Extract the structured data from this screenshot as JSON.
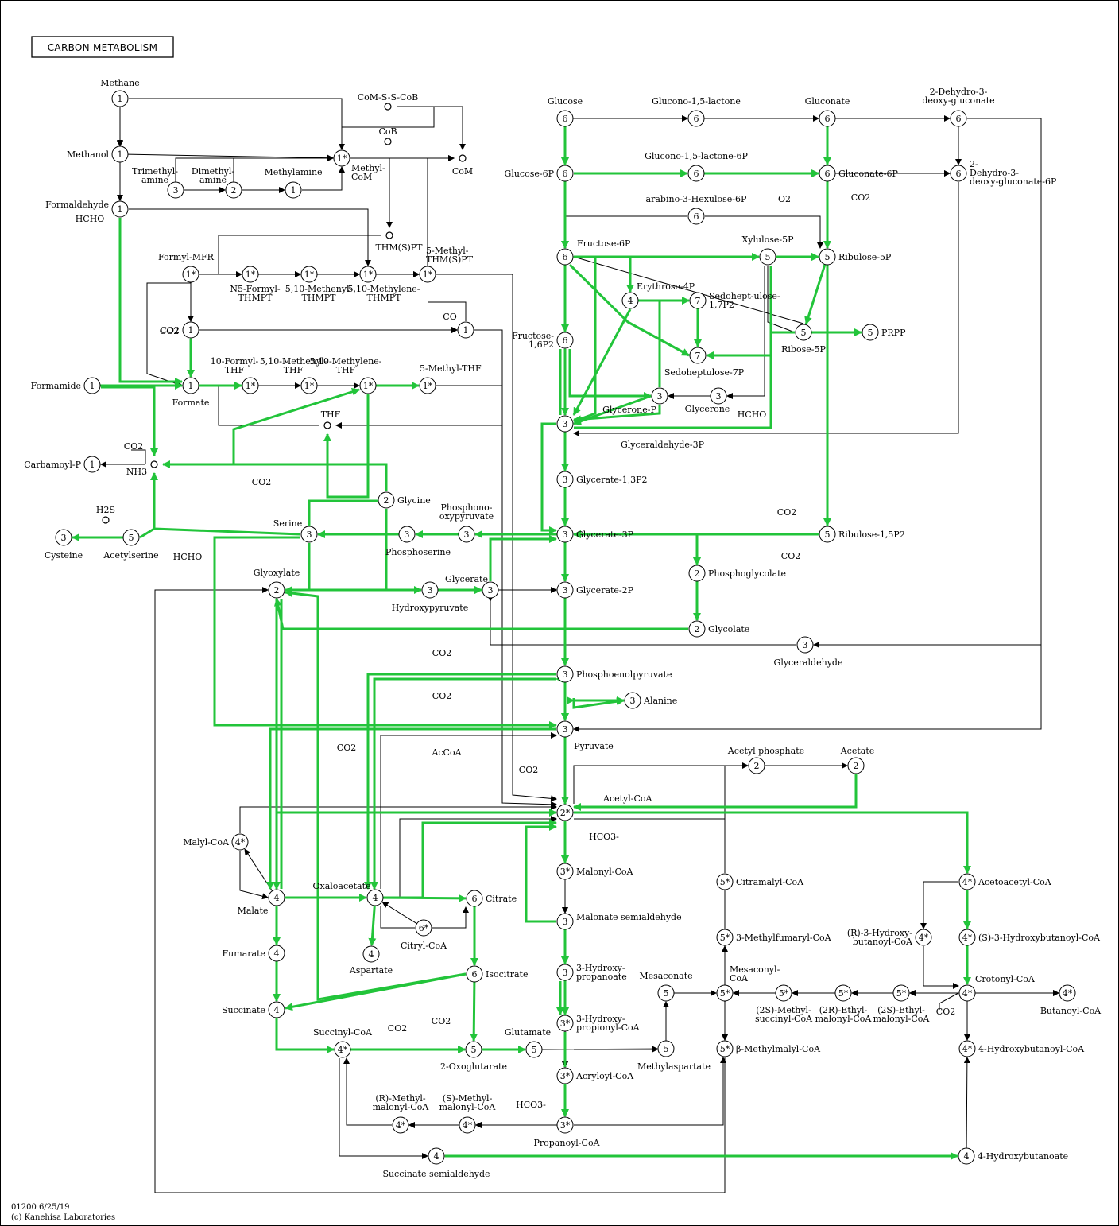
{
  "title": "CARBON METABOLISM",
  "footer": {
    "map_id": "01200 6/25/19",
    "copyright": "(c) Kanehisa Laboratories"
  },
  "colors": {
    "highlight": "#22c43a",
    "line": "#000000"
  },
  "nodes": [
    {
      "id": "methane",
      "n": "1",
      "label": "Methane"
    },
    {
      "id": "methanol",
      "n": "1",
      "label": "Methanol"
    },
    {
      "id": "formaldehyde",
      "n": "1",
      "label": "Formaldehyde"
    },
    {
      "id": "trimethylamine",
      "n": "3",
      "label": "Trimethyl-amine"
    },
    {
      "id": "dimethylamine",
      "n": "2",
      "label": "Dimethyl-amine"
    },
    {
      "id": "methylamine",
      "n": "1",
      "label": "Methylamine"
    },
    {
      "id": "methylcom",
      "n": "1*",
      "label": "Methyl-CoM"
    },
    {
      "id": "formylmfr",
      "n": "1*",
      "label": "Formyl-MFR"
    },
    {
      "id": "n5formylthmpt",
      "n": "1*",
      "label": "N5-Formyl-THMPT"
    },
    {
      "id": "methenylthmpt",
      "n": "1*",
      "label": "5,10-Methenyl-THMPT"
    },
    {
      "id": "methylenethmpt",
      "n": "1*",
      "label": "5,10-Methylene-THMPT"
    },
    {
      "id": "methylthmpt",
      "n": "1*",
      "label": "5-Methyl-THM(S)PT"
    },
    {
      "id": "co2a",
      "n": "1",
      "label": "CO2"
    },
    {
      "id": "co",
      "n": "1",
      "label": "CO"
    },
    {
      "id": "formate",
      "n": "1",
      "label": "Formate"
    },
    {
      "id": "formamide",
      "n": "1",
      "label": "Formamide"
    },
    {
      "id": "formylthf",
      "n": "1*",
      "label": "10-Formyl-THF"
    },
    {
      "id": "methenylthf",
      "n": "1*",
      "label": "5,10-Methenyl-THF"
    },
    {
      "id": "methylenethf",
      "n": "1*",
      "label": "5,10-Methylene-THF"
    },
    {
      "id": "methylthf",
      "n": "1*",
      "label": "5-Methyl-THF"
    },
    {
      "id": "carbamoylp",
      "n": "1",
      "label": "Carbamoyl-P"
    },
    {
      "id": "cysteine",
      "n": "3",
      "label": "Cysteine"
    },
    {
      "id": "acetylserine",
      "n": "5",
      "label": "Acetylserine"
    },
    {
      "id": "serine",
      "n": "3",
      "label": "Serine"
    },
    {
      "id": "glycine",
      "n": "2",
      "label": "Glycine"
    },
    {
      "id": "phosphoserine",
      "n": "3",
      "label": "Phosphoserine"
    },
    {
      "id": "phosphohydroxypyruvate",
      "n": "3",
      "label": "Phosphono-oxypyruvate"
    },
    {
      "id": "glyoxylate",
      "n": "2",
      "label": "Glyoxylate"
    },
    {
      "id": "hydroxypyruvate",
      "n": "3",
      "label": "Hydroxypyruvate"
    },
    {
      "id": "glycerate",
      "n": "3",
      "label": "Glycerate"
    },
    {
      "id": "glucose",
      "n": "6",
      "label": "Glucose"
    },
    {
      "id": "gluconolactone",
      "n": "6",
      "label": "Glucono-1,5-lactone"
    },
    {
      "id": "gluconate",
      "n": "6",
      "label": "Gluconate"
    },
    {
      "id": "kdg",
      "n": "6",
      "label": "2-Dehydro-3-deoxy-gluconate"
    },
    {
      "id": "glucose6p",
      "n": "6",
      "label": "Glucose-6P"
    },
    {
      "id": "gluconolactone6p",
      "n": "6",
      "label": "Glucono-1,5-lactone-6P"
    },
    {
      "id": "gluconate6p",
      "n": "6",
      "label": "Gluconate-6P"
    },
    {
      "id": "kdpg",
      "n": "6",
      "label": "2-Dehydro-3-deoxy-gluconate-6P"
    },
    {
      "id": "hexulose6p",
      "n": "6",
      "label": "arabino-3-Hexulose-6P"
    },
    {
      "id": "fructose6p",
      "n": "6",
      "label": "Fructose-6P"
    },
    {
      "id": "xylulose5p",
      "n": "5",
      "label": "Xylulose-5P"
    },
    {
      "id": "ribulose5p",
      "n": "5",
      "label": "Ribulose-5P"
    },
    {
      "id": "erythrose4p",
      "n": "4",
      "label": "Erythrose-4P"
    },
    {
      "id": "sedoheptulose17p2",
      "n": "7",
      "label": "Sedohept-ulose-1,7P2"
    },
    {
      "id": "fructose16p2",
      "n": "6",
      "label": "Fructose-1,6P2"
    },
    {
      "id": "ribose5p",
      "n": "5",
      "label": "Ribose-5P"
    },
    {
      "id": "prpp",
      "n": "5",
      "label": "PRPP"
    },
    {
      "id": "sedoheptulose7p",
      "n": "7",
      "label": "Sedoheptulose-7P"
    },
    {
      "id": "glyceronep",
      "n": "3",
      "label": "Glycerone-P"
    },
    {
      "id": "glycerone",
      "n": "3",
      "label": "Glycerone"
    },
    {
      "id": "gap",
      "n": "3",
      "label": "Glyceraldehyde-3P"
    },
    {
      "id": "bpg",
      "n": "3",
      "label": "Glycerate-1,3P2"
    },
    {
      "id": "pg3",
      "n": "3",
      "label": "Glycerate-3P"
    },
    {
      "id": "rubp",
      "n": "5",
      "label": "Ribulose-1,5P2"
    },
    {
      "id": "phosphoglycolate",
      "n": "2",
      "label": "Phosphoglycolate"
    },
    {
      "id": "pg2",
      "n": "3",
      "label": "Glycerate-2P"
    },
    {
      "id": "glycolate",
      "n": "2",
      "label": "Glycolate"
    },
    {
      "id": "glyceraldehyde",
      "n": "3",
      "label": "Glyceraldehyde"
    },
    {
      "id": "pep",
      "n": "3",
      "label": "Phosphoenolpyruvate"
    },
    {
      "id": "alanine",
      "n": "3",
      "label": "Alanine"
    },
    {
      "id": "pyruvate",
      "n": "3",
      "label": "Pyruvate"
    },
    {
      "id": "acetylphosphate",
      "n": "2",
      "label": "Acetyl phosphate"
    },
    {
      "id": "acetate",
      "n": "2",
      "label": "Acetate"
    },
    {
      "id": "acetylcoa",
      "n": "2*",
      "label": "Acetyl-CoA"
    },
    {
      "id": "malylcoa",
      "n": "4*",
      "label": "Malyl-CoA"
    },
    {
      "id": "malonylcoa",
      "n": "3*",
      "label": "Malonyl-CoA"
    },
    {
      "id": "malate",
      "n": "4",
      "label": "Malate"
    },
    {
      "id": "oxaloacetate",
      "n": "4",
      "label": "Oxaloacetate"
    },
    {
      "id": "citrate",
      "n": "6",
      "label": "Citrate"
    },
    {
      "id": "citrylcoa",
      "n": "6*",
      "label": "Citryl-CoA"
    },
    {
      "id": "aspartate",
      "n": "4",
      "label": "Aspartate"
    },
    {
      "id": "malonatesa",
      "n": "3",
      "label": "Malonate semialdehyde"
    },
    {
      "id": "fumarate",
      "n": "4",
      "label": "Fumarate"
    },
    {
      "id": "isocitrate",
      "n": "6",
      "label": "Isocitrate"
    },
    {
      "id": "hydroxypropanoate",
      "n": "3",
      "label": "3-Hydroxy-propanoate"
    },
    {
      "id": "succinate",
      "n": "4",
      "label": "Succinate"
    },
    {
      "id": "hydroxypropionylcoa",
      "n": "3*",
      "label": "3-Hydroxy-propionyl-CoA"
    },
    {
      "id": "succinylcoa",
      "n": "4*",
      "label": "Succinyl-CoA"
    },
    {
      "id": "oxoglutarate",
      "n": "5",
      "label": "2-Oxoglutarate"
    },
    {
      "id": "glutamate",
      "n": "5",
      "label": "Glutamate"
    },
    {
      "id": "acryloylcoa",
      "n": "3*",
      "label": "Acryloyl-CoA"
    },
    {
      "id": "rmethylmalonylcoa",
      "n": "4*",
      "label": "(R)-Methyl-malonyl-CoA"
    },
    {
      "id": "smethylmalonylcoa",
      "n": "4*",
      "label": "(S)-Methyl-malonyl-CoA"
    },
    {
      "id": "propanoylcoa",
      "n": "3*",
      "label": "Propanoyl-CoA"
    },
    {
      "id": "succinatesa",
      "n": "4",
      "label": "Succinate semialdehyde"
    },
    {
      "id": "hydroxybutanoate4",
      "n": "4",
      "label": "4-Hydroxybutanoate"
    },
    {
      "id": "citramalylcoa",
      "n": "5*",
      "label": "Citramalyl-CoA"
    },
    {
      "id": "methylfumarylcoa",
      "n": "5*",
      "label": "3-Methylfumaryl-CoA"
    },
    {
      "id": "mesaconate",
      "n": "5",
      "label": "Mesaconate"
    },
    {
      "id": "mesaconylcoa",
      "n": "5*",
      "label": "Mesaconyl-CoA"
    },
    {
      "id": "methylsuccinylcoa",
      "n": "5*",
      "label": "(2S)-Methyl-succinyl-CoA"
    },
    {
      "id": "ethylmalonylcoa",
      "n": "5*",
      "label": "(2R)-Ethyl-malonyl-CoA"
    },
    {
      "id": "sethylmalonylcoa",
      "n": "5*",
      "label": "(2S)-Ethyl-malonyl-CoA"
    },
    {
      "id": "methylaspartate",
      "n": "5",
      "label": "Methylaspartate"
    },
    {
      "id": "methylmalylcoa",
      "n": "5*",
      "label": "β-Methylmalyl-CoA"
    },
    {
      "id": "acetoacetylcoa",
      "n": "4*",
      "label": "Acetoacetyl-CoA"
    },
    {
      "id": "shydroxybutanoylcoa",
      "n": "4*",
      "label": "(S)-3-Hydroxybutanoyl-CoA"
    },
    {
      "id": "rhydroxybutanoylcoa",
      "n": "4*",
      "label": "(R)-3-Hydroxy-butanoyl-CoA"
    },
    {
      "id": "crotonylcoa",
      "n": "4*",
      "label": "Crotonyl-CoA"
    },
    {
      "id": "butanoylcoa",
      "n": "4*",
      "label": "Butanoyl-CoA"
    },
    {
      "id": "hydroxybutanoylcoa4",
      "n": "4*",
      "label": "4-Hydroxybutanoyl-CoA"
    }
  ],
  "compounds": [
    {
      "id": "comsscob",
      "label": "CoM-S-S-CoB"
    },
    {
      "id": "cob",
      "label": "CoB"
    },
    {
      "id": "com",
      "label": "CoM"
    },
    {
      "id": "thmspt",
      "label": "THM(S)PT"
    },
    {
      "id": "thf",
      "label": "THF"
    },
    {
      "id": "nh3",
      "label": "NH3"
    },
    {
      "id": "h2s",
      "label": "H2S"
    }
  ],
  "annotations": [
    "HCHO",
    "CO2",
    "CO2",
    "CO2",
    "CO2",
    "CO2",
    "CO2",
    "CO2",
    "CO2",
    "CO2",
    "CO2",
    "CO2",
    "CO2",
    "CO2",
    "O2",
    "HCHO",
    "HCHO",
    "AcCoA",
    "HCO3-",
    "HCO3-",
    "HCO3-",
    "CO2"
  ]
}
